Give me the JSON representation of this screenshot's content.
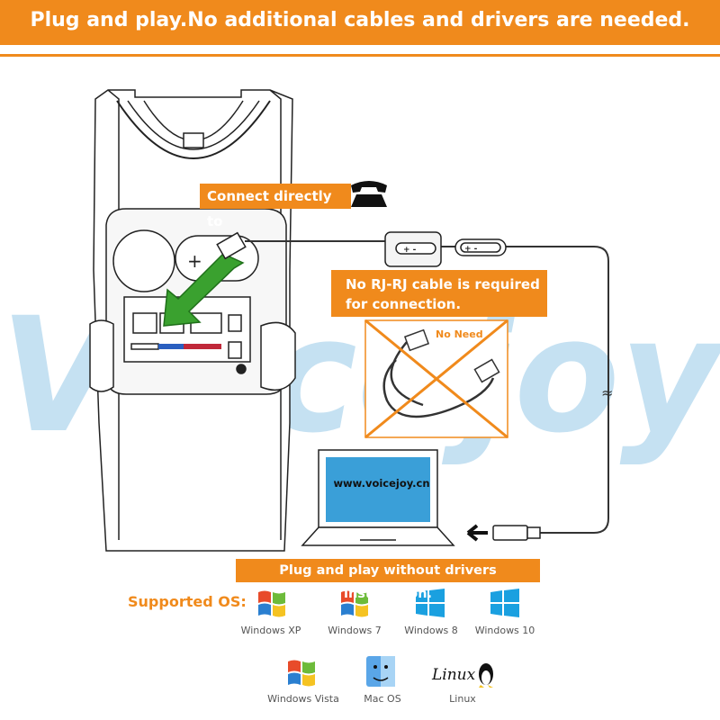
{
  "banner": {
    "title": "Plug and play.No additional cables and drivers are needed."
  },
  "watermark": {
    "text": "Voicejoy"
  },
  "labels": {
    "connect_directly": "Connect directly to",
    "no_rj_line1": "No RJ-RJ cable is required",
    "no_rj_line2": "for connection.",
    "no_need": "No Need",
    "website": "www.voicejoy.cn",
    "plug_and_play": "Plug and play without drivers installation."
  },
  "cable_controls": {
    "mute_labels": "+ -",
    "volume_labels": "+ -"
  },
  "supported_os": {
    "title": "Supported OS:",
    "systems": [
      {
        "name": "Windows XP",
        "icon": "windows-xp-icon"
      },
      {
        "name": "Windows 7",
        "icon": "windows-7-icon"
      },
      {
        "name": "Windows 8",
        "icon": "windows-8-icon"
      },
      {
        "name": "Windows 10",
        "icon": "windows-10-icon"
      },
      {
        "name": "Windows Vista",
        "icon": "windows-vista-icon"
      },
      {
        "name": "Mac OS",
        "icon": "mac-os-icon"
      },
      {
        "name": "Linux",
        "icon": "linux-icon"
      }
    ]
  },
  "colors": {
    "accent": "#f08a1c",
    "watermark": "#bcdcf0",
    "green_arrow": "#3aa12f",
    "screen": "#3a9fd8"
  }
}
